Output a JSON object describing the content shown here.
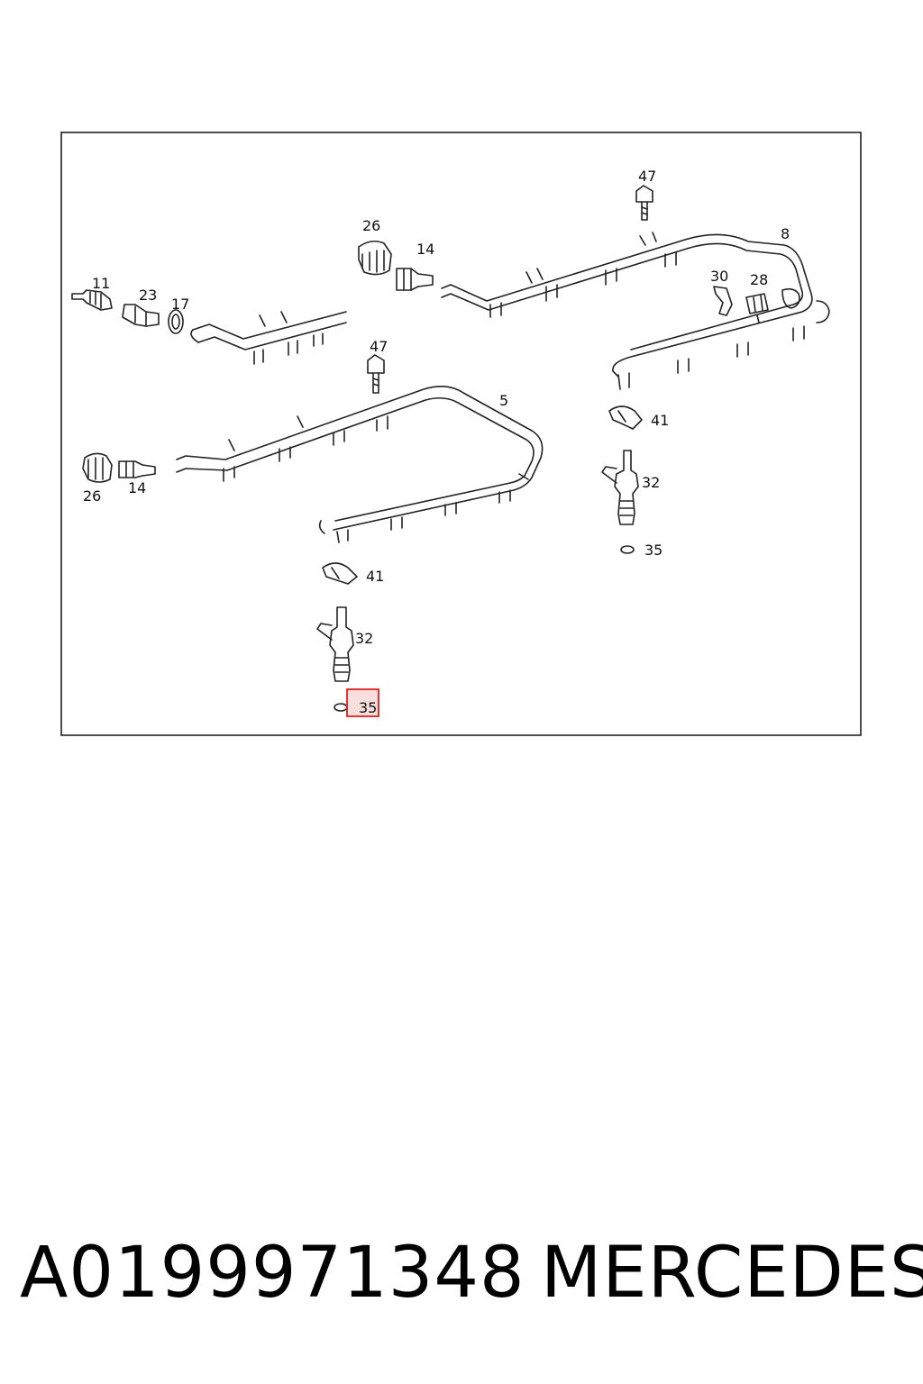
{
  "diagram": {
    "labels": [
      "47",
      "26",
      "14",
      "8",
      "30",
      "28",
      "11",
      "23",
      "17",
      "47",
      "5",
      "41",
      "32",
      "35",
      "26",
      "14",
      "41",
      "32",
      "35"
    ],
    "highlighted": "35"
  },
  "footer": {
    "part_number": "A0199971348",
    "brand": "MERCEDES"
  },
  "colors": {
    "line": "#222222",
    "highlight_border": "#e02020",
    "highlight_fill": "#f9dede"
  }
}
